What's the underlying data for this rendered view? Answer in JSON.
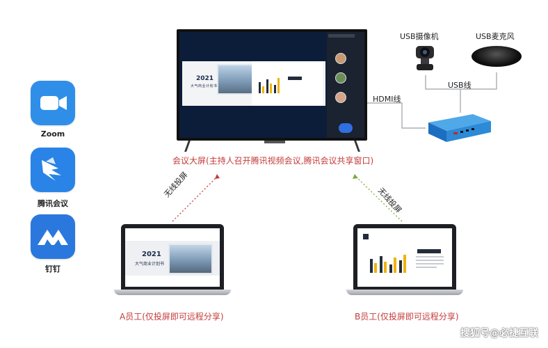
{
  "apps": [
    {
      "name": "Zoom",
      "icon": "zoom-icon"
    },
    {
      "name": "腾讯会议",
      "icon": "tencent-meeting-icon"
    },
    {
      "name": "钉钉",
      "icon": "dingtalk-icon"
    }
  ],
  "tv": {
    "caption": "会议大屏(主持人召开腾讯视频会议,腾讯会议共享窗口)",
    "slide_year": "2021",
    "slide_subtitle": "大气商业计划书"
  },
  "devices": {
    "camera_label": "USB摄像机",
    "mic_label": "USB麦克风",
    "usb_line_label": "USB线",
    "hdmi_label": "HDMI线"
  },
  "wireless_label_left": "无线投屏",
  "wireless_label_right": "无线投屏",
  "laptop_a": {
    "caption": "A员工(仅投屏即可远程分享)",
    "slide_year": "2021",
    "slide_subtitle": "大气商业计划书"
  },
  "laptop_b": {
    "caption": "B员工(仅投屏即可远程分享)"
  },
  "watermark": "搜狐号@必捷互联",
  "colors": {
    "app_blue": "#2f8fe8",
    "caption_red": "#c43a3a",
    "arrow_red": "#c43a3a",
    "arrow_green": "#7cab3f",
    "bar_gold": "#f0b20c",
    "bar_dark": "#232c3a"
  }
}
